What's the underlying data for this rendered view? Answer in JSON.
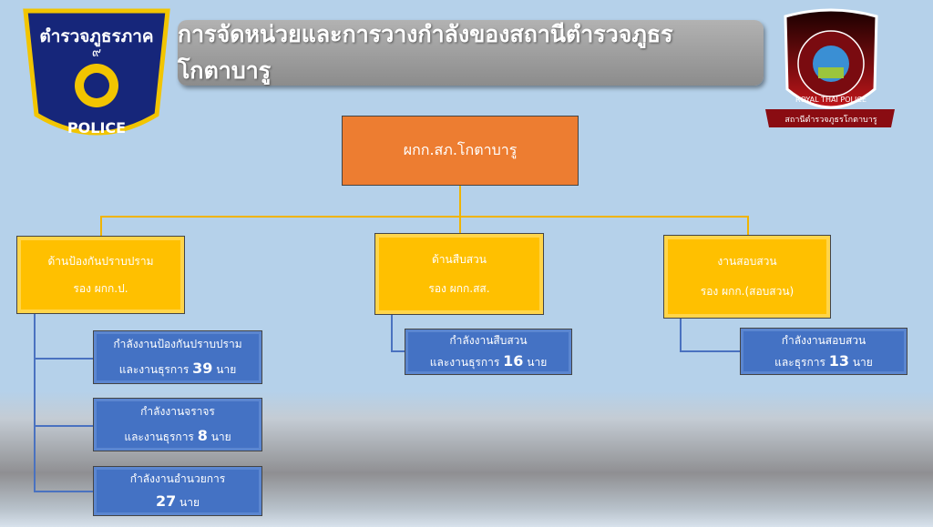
{
  "title": "การจัดหน่วยและการวางกำลังของสถานีตำรวจภูธรโกตาบารู",
  "logos": {
    "left": {
      "top_text": "ตำรวจภูธรภาค",
      "number": "๙",
      "bottom_text": "POLICE"
    },
    "right": {
      "ring_text": "ROYAL THAI POLICE",
      "banner_text": "สถานีตำรวจภูธรโกตาบารู"
    }
  },
  "head": {
    "label": "ผกก.สภ.โกตาบารู"
  },
  "divisions": [
    {
      "name": "ด้านป้องกันปราบปราม",
      "deputy": "รอง ผกก.ป.",
      "units": [
        {
          "line1": "กำลังงานป้องกันปราบปราม",
          "prefix": "และงานธุรการ",
          "count": "39",
          "suffix": "นาย"
        },
        {
          "line1": "กำลังงานจราจร",
          "prefix": "และงานธุรการ",
          "count": "8",
          "suffix": "นาย"
        },
        {
          "line1": "กำลังงานอำนวยการ",
          "prefix": "",
          "count": "27",
          "suffix": "นาย"
        }
      ]
    },
    {
      "name": "ด้านสืบสวน",
      "deputy": "รอง ผกก.สส.",
      "units": [
        {
          "line1": "กำลังงานสืบสวน",
          "prefix": "และงานธุรการ",
          "count": "16",
          "suffix": "นาย"
        }
      ]
    },
    {
      "name": "งานสอบสวน",
      "deputy": "รอง ผกก.(สอบสวน)",
      "units": [
        {
          "line1": "กำลังงานสอบสวน",
          "prefix": "และธุรการ",
          "count": "13",
          "suffix": "นาย"
        }
      ]
    }
  ]
}
